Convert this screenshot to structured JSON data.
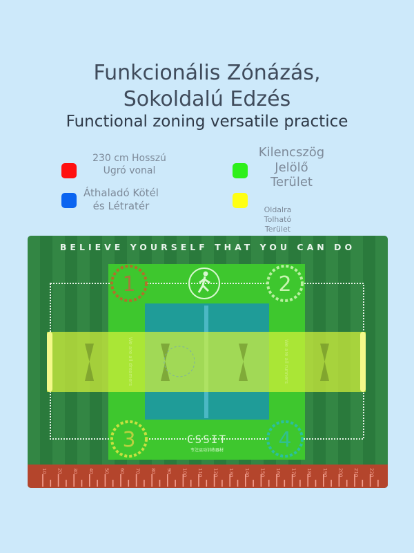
{
  "title": {
    "line1": "Funkcionális Zónázás,",
    "line2": "Sokoldalú Edzés",
    "subtitle": "Functional zoning versatile practice"
  },
  "legend": [
    {
      "label_1": "230 cm Hosszú",
      "label_2": "Ugró vonal",
      "color": "#ff1010"
    },
    {
      "label_1": "Áthaladó Kötél",
      "label_2": "és Létratér",
      "color": "#0a64f0"
    },
    {
      "label_1": "Kilencszög",
      "label_2": "Jelölő",
      "label_3": "Terület",
      "color": "#2ef01a"
    },
    {
      "label_1": "Oldalra",
      "label_2": "Tolható",
      "label_3": "Terület",
      "color": "#ffff14"
    }
  ],
  "mat": {
    "slogan": "BELIEVE YOURSELF THAT YOU CAN DO",
    "zones": [
      "1",
      "2",
      "3",
      "4"
    ],
    "brand": "CSSIT",
    "brand_sub": "专注运动训练器材",
    "line_text_left": "We are all dreamers",
    "line_text_right": "We are all runners",
    "ruler_labels": [
      "10",
      "20",
      "30",
      "40",
      "50",
      "60",
      "70",
      "80",
      "90",
      "100",
      "110",
      "120",
      "130",
      "140",
      "150",
      "160",
      "170",
      "180",
      "190",
      "200",
      "210",
      "220"
    ],
    "colors": {
      "field_dark": "#2a7a3c",
      "zone_green": "#3ec72e",
      "teal": "#1f9c98",
      "yellow_band": "#d8f43a",
      "ruler": "#b4452c"
    }
  }
}
